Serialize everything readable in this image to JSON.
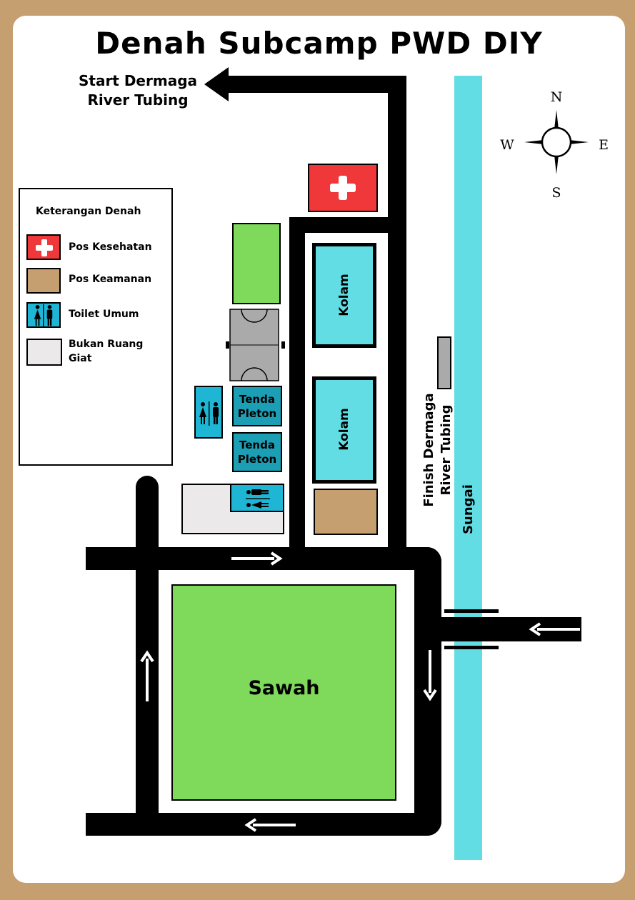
{
  "title": "Denah Subcamp PWD DIY",
  "start_label": "Start Dermaga\nRiver Tubing",
  "finish_label": "Finish Dermaga\nRiver Tubing",
  "river_label": "Sungai",
  "compass": {
    "n": "N",
    "s": "S",
    "e": "E",
    "w": "W"
  },
  "legend": {
    "title": "Keterangan Denah",
    "items": [
      {
        "label": "Pos Kesehatan",
        "color": "#f0373a"
      },
      {
        "label": "Pos Keamanan",
        "color": "#c59f6f"
      },
      {
        "label": "Toilet Umum",
        "color": "#1fb6d6"
      },
      {
        "label": "Bukan Ruang Giat",
        "color": "#ebe9ea"
      }
    ]
  },
  "areas": {
    "kolam_1": "Kolam",
    "kolam_2": "Kolam",
    "tenda_1": "Tenda\nPleton",
    "tenda_2": "Tenda\nPleton",
    "sawah": "Sawah"
  },
  "colors": {
    "road": "#000000",
    "green": "#7fd95a",
    "pool": "#62dde4",
    "river": "#62dde4",
    "court": "#aaaaaa",
    "tent": "#1c9fb4",
    "background": "#c59f6f"
  }
}
